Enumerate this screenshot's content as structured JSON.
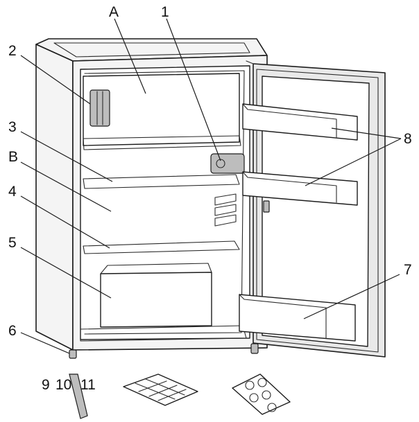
{
  "labels": {
    "A": "A",
    "B": "B",
    "n1": "1",
    "n2": "2",
    "n3": "3",
    "n4": "4",
    "n5": "5",
    "n6": "6",
    "n7": "7",
    "n8": "8",
    "n9": "9",
    "n10": "10",
    "n11": "11"
  }
}
